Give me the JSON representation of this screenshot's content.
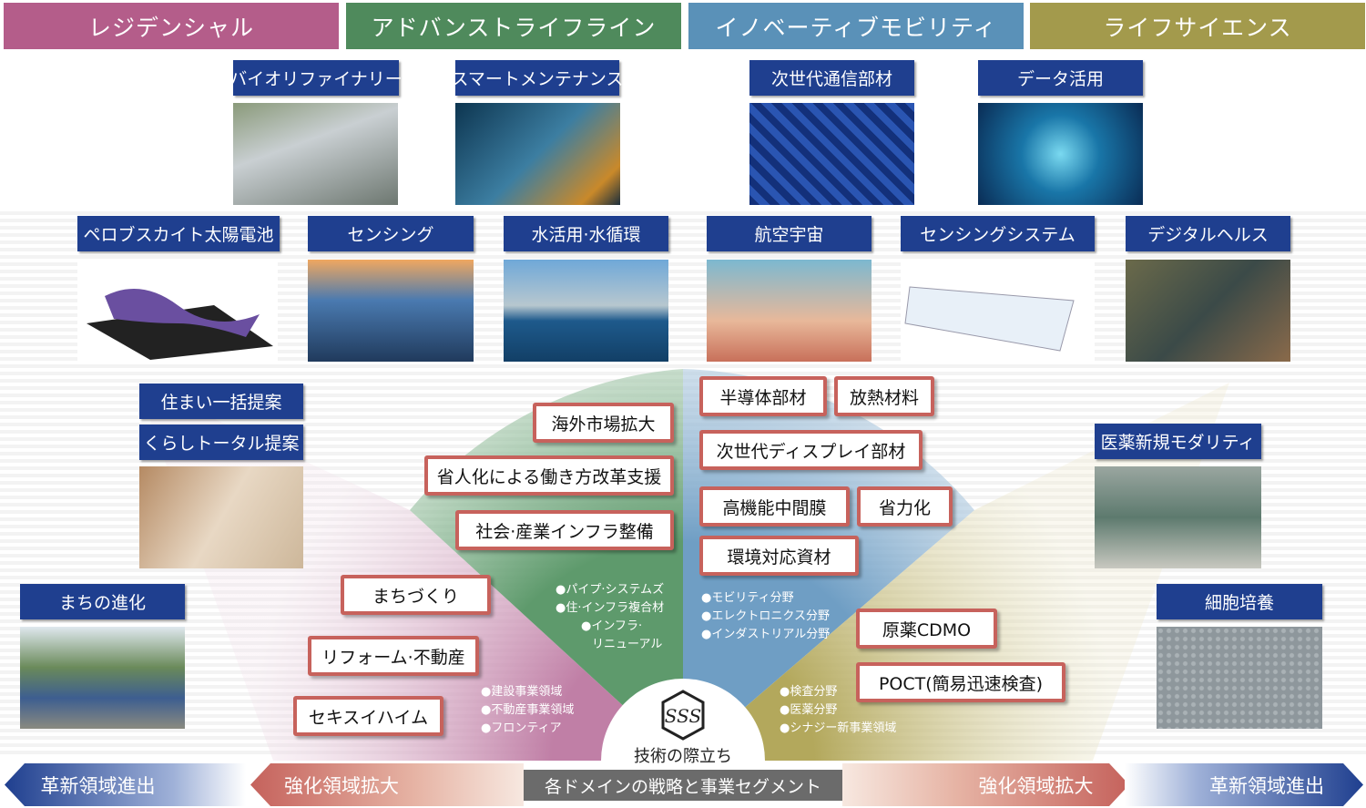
{
  "headers": [
    {
      "label": "レジデンシャル",
      "color": "#b45d8a"
    },
    {
      "label": "アドバンストライフライン",
      "color": "#4f8a5c"
    },
    {
      "label": "イノベーティブモビリティ",
      "color": "#5a91b8"
    },
    {
      "label": "ライフサイエンス",
      "color": "#a39a4c"
    }
  ],
  "themes": {
    "biorefinery": "バイオリファイナリー",
    "smart_maint": "スマートメンテナンス",
    "next_comm": "次世代通信部材",
    "data_use": "データ活用",
    "perovskite": "ペロブスカイト太陽電池",
    "sensing": "センシング",
    "water": "水活用·水循環",
    "aerospace": "航空宇宙",
    "sensing_system": "センシングシステム",
    "digital_health": "デジタルヘルス",
    "housing_pkg": "住まい一括提案",
    "life_total": "くらしトータル提案",
    "pharma_modality": "医薬新規モダリティ",
    "town": "まちの進化",
    "cell_culture": "細胞培養"
  },
  "segments": {
    "overseas": "海外市場拡大",
    "labor_saving": "省人化による働き方改革支援",
    "infra": "社会·産業インフラ整備",
    "machizukuri": "まちづくり",
    "reform": "リフォーム·不動産",
    "heim": "セキスイハイム",
    "semicon": "半導体部材",
    "thermal": "放熱材料",
    "display": "次世代ディスプレイ部材",
    "interlayer": "高機能中間膜",
    "shoryoku": "省力化",
    "eco": "環境対応資材",
    "cdmo": "原薬CDMO",
    "poct": "POCT(簡易迅速検査)"
  },
  "bullets": {
    "green": [
      "●パイプ·システムズ",
      "●住·インフラ複合材",
      "●インフラ·",
      "リニューアル"
    ],
    "blue": [
      "●モビリティ分野",
      "●エレクトロニクス分野",
      "●インダストリアル分野"
    ],
    "pink": [
      "●建設事業領域",
      "●不動産事業領域",
      "●フロンティア"
    ],
    "olive": [
      "●検査分野",
      "●医薬分野",
      "●シナジー新事業領域"
    ]
  },
  "center": {
    "logo": "SSS",
    "label": "技術の際立ち"
  },
  "bottom": {
    "left_outer": "革新領域進出",
    "left_inner": "強化領域拡大",
    "center": "各ドメインの戦略と事業セグメント",
    "right_inner": "強化領域拡大",
    "right_outer": "革新領域進出"
  }
}
